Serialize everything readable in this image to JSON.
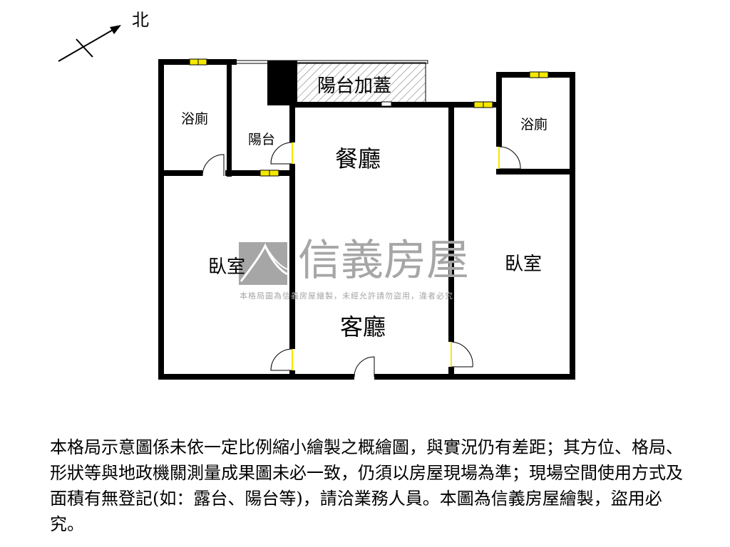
{
  "compass": {
    "label": "北"
  },
  "rooms": {
    "bath_left": "浴廁",
    "balcony": "陽台",
    "balcony_enclosed": "陽台加蓋",
    "dining": "餐廳",
    "bath_right": "浴廁",
    "bedroom_left": "臥室",
    "living": "客廳",
    "bedroom_right": "臥室"
  },
  "watermark": {
    "brand": "信義房屋",
    "notice": "本格局圖為信義房屋繪製，未經允許請勿盜用，違者必究"
  },
  "disclaimer": "本格局示意圖係未依一定比例縮小繪製之概繪圖，與實況仍有差距；其方位、格局、形狀等與地政機關測量成果圖未必一致，仍須以房屋現場為準；現場空間使用方式及面積有無登記(如：露台、陽台等)，請洽業務人員。本圖為信義房屋繪製，盜用必究。",
  "colors": {
    "wall": "#000000",
    "window": "#f5e800",
    "watermark": "#a6a6a6"
  }
}
